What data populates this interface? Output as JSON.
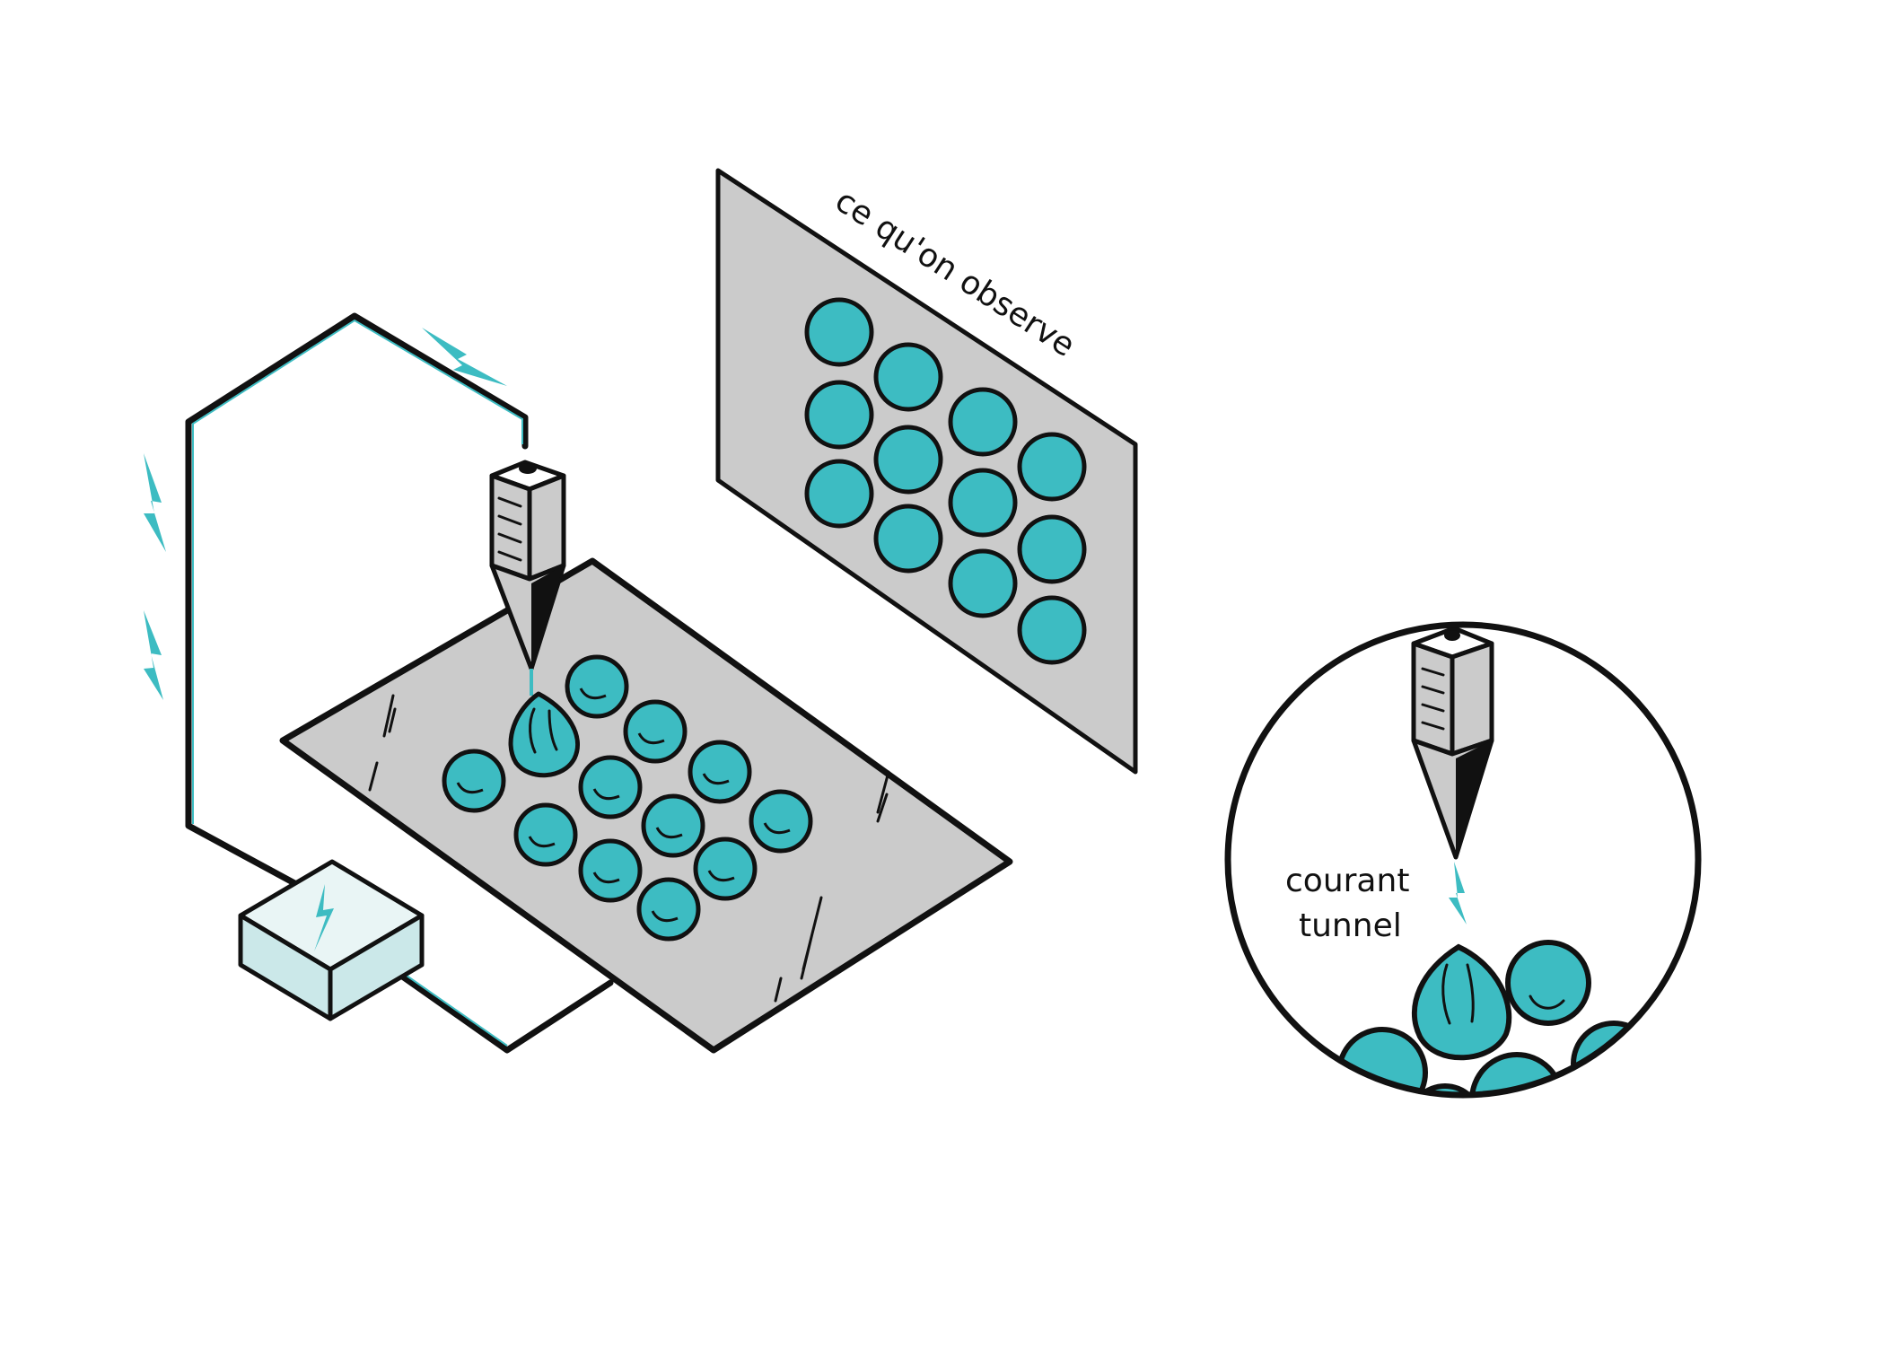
{
  "labels": {
    "screen_caption": "ce qu'on observe",
    "inset_line1": "courant",
    "inset_line2": "tunnel"
  },
  "colors": {
    "atom": "#3dbcc2",
    "plate": "#cbcbcb",
    "box": "#cbe8e9",
    "ink": "#111111",
    "cable_highlight": "#3dbcc2"
  },
  "icons": [
    "lightning-icon"
  ]
}
